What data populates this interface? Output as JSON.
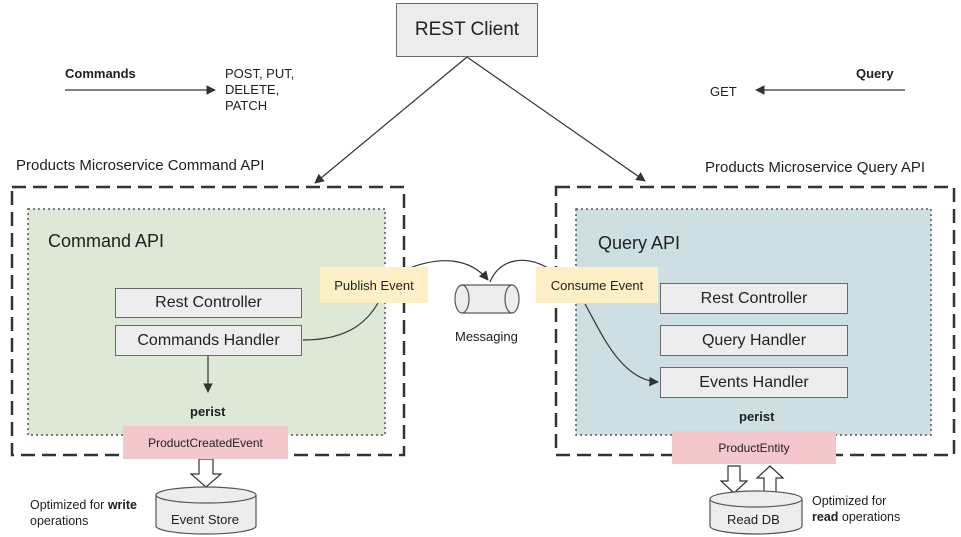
{
  "client": {
    "label": "REST Client"
  },
  "commands": {
    "label": "Commands",
    "methods": [
      "POST, PUT,",
      "DELETE,",
      "PATCH"
    ]
  },
  "query": {
    "label": "Query",
    "method": "GET"
  },
  "command_service": {
    "title": "Products Microservice Command API",
    "api_label": "Command API",
    "rest_controller": "Rest Controller",
    "commands_handler": "Commands Handler",
    "publish_event": "Publish Event",
    "persist": "perist",
    "event": "ProductCreatedEvent",
    "store": "Event Store",
    "note": {
      "line1_pre": "Optimized for ",
      "line1_bold": "write",
      "line2": "operations"
    }
  },
  "messaging": {
    "label": "Messaging"
  },
  "query_service": {
    "title": "Products Microservice Query API",
    "api_label": "Query API",
    "consume_event": "Consume Event",
    "rest_controller": "Rest Controller",
    "query_handler": "Query Handler",
    "events_handler": "Events Handler",
    "persist": "perist",
    "entity": "ProductEntity",
    "db": "Read DB",
    "note": {
      "line1": "Optimized for",
      "line2_bold": "read",
      "line2_post": " operations"
    }
  },
  "colors": {
    "command_fill": "#dde9d6",
    "query_fill": "#cddfe3",
    "box_fill": "#ededed",
    "event_tag": "#fdefc6",
    "pink_tag": "#f4c7cc",
    "line": "#333333"
  }
}
